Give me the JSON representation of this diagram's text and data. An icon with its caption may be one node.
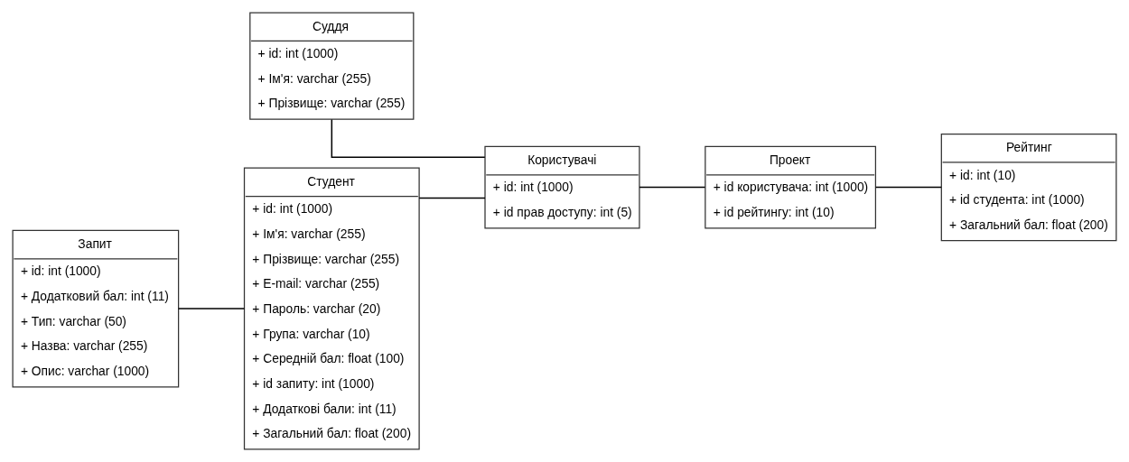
{
  "diagram": {
    "nodes": [
      {
        "text": [
          "Студент",
          "+ id: int (1000)",
          "+ Ім'я: varchar (255)",
          "+ Прізвище: varchar (255)",
          "+ E-mail: varchar (255)",
          "+ Пароль: varchar (20)",
          "+ Група: varchar (10)",
          "+ Середній бал: float (100)",
          "+ id запиту: int (1000)",
          "+ Додаткові бали: int (11)",
          "+ Загальний бал: float (200)"
        ]
      },
      {
        "text": [
          "Проект",
          "+ id користувача: int (1000)",
          "+ id рейтингу: int (10)"
        ]
      },
      {
        "text": [
          "Рейтинг",
          "+ id: int (10)",
          "+ id студента: int (1000)",
          "+ Загальний бал: float (200)"
        ]
      },
      {
        "text": [
          "Запит",
          "+ id: int (1000)",
          "+ Додатковий бал: int (11)",
          "+ Тип: varchar (50)",
          "+ Назва: varchar (255)",
          "+ Опис: varchar (1000)"
        ]
      },
      {
        "text": [
          "Користувачі",
          "+ id: int (1000)",
          "+ id прав доступу: int (5)"
        ]
      },
      {
        "text": [
          "Суддя",
          "+ id: int (1000)",
          "+ Ім'я: varchar (255)",
          "+ Прізвище: varchar (255)"
        ]
      }
    ],
    "edges": [
      {
        "from": 3,
        "to": 0,
        "arrow": "none"
      },
      {
        "from": 0,
        "to": 4,
        "arrow": "none"
      },
      {
        "from": 5,
        "to": 4,
        "arrow": "none"
      },
      {
        "from": 4,
        "to": 1,
        "arrow": "none"
      },
      {
        "from": 1,
        "to": 2,
        "arrow": "none"
      }
    ]
  }
}
